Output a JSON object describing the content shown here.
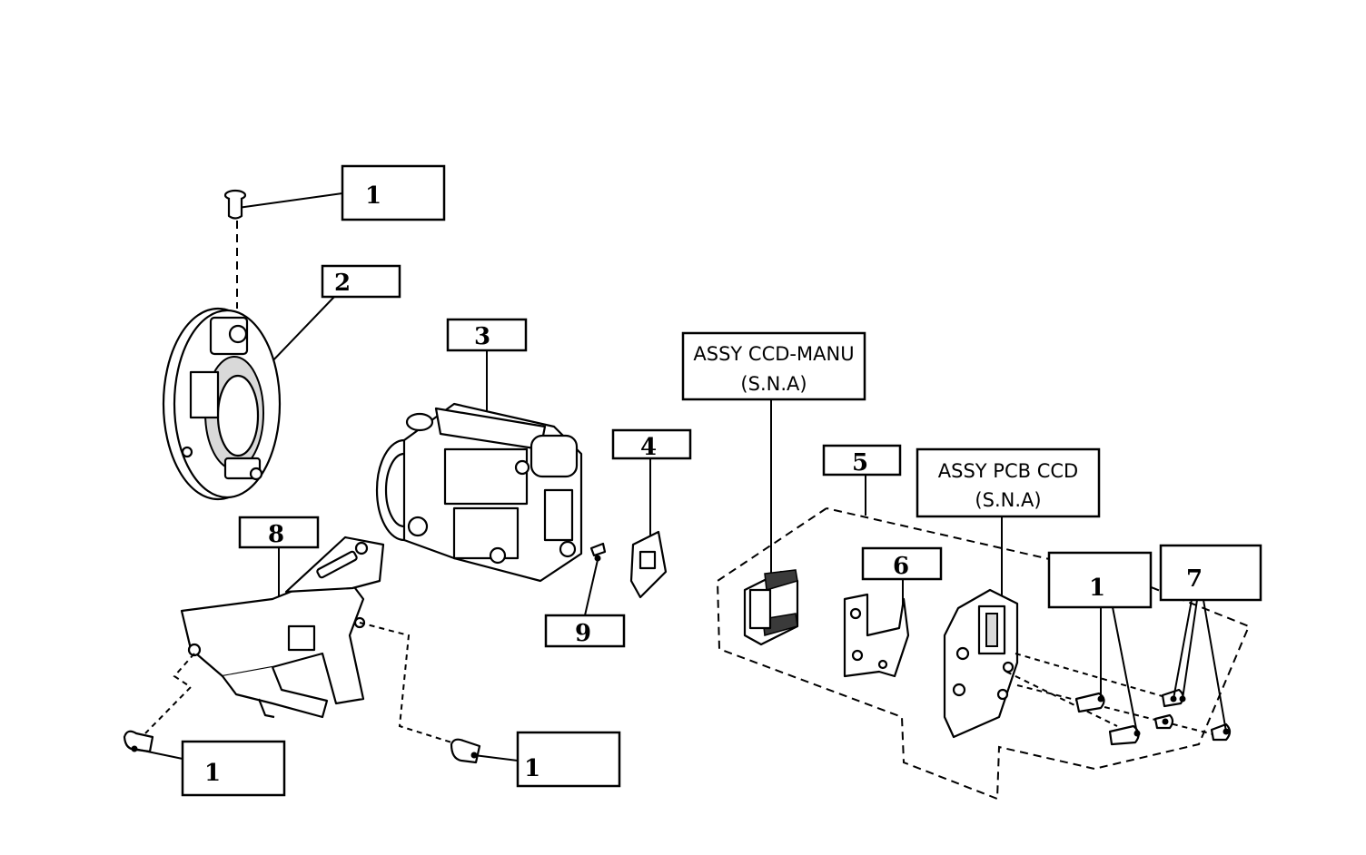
{
  "callouts": {
    "screw_top": "1",
    "front_ring": "2",
    "lens_unit": "3",
    "filter_plate": "4",
    "ccd_group": "5",
    "ccd_plate": "6",
    "screws_right": "7",
    "bracket": "8",
    "small_clip": "9",
    "screw_bottom_left": "1",
    "screw_bottom_mid": "1",
    "screw_right": "1"
  },
  "labels": {
    "ccd_manu_line1": "ASSY CCD-MANU",
    "ccd_manu_line2": "(S.N.A)",
    "pcb_ccd_line1": "ASSY PCB CCD",
    "pcb_ccd_line2": "(S.N.A)"
  }
}
